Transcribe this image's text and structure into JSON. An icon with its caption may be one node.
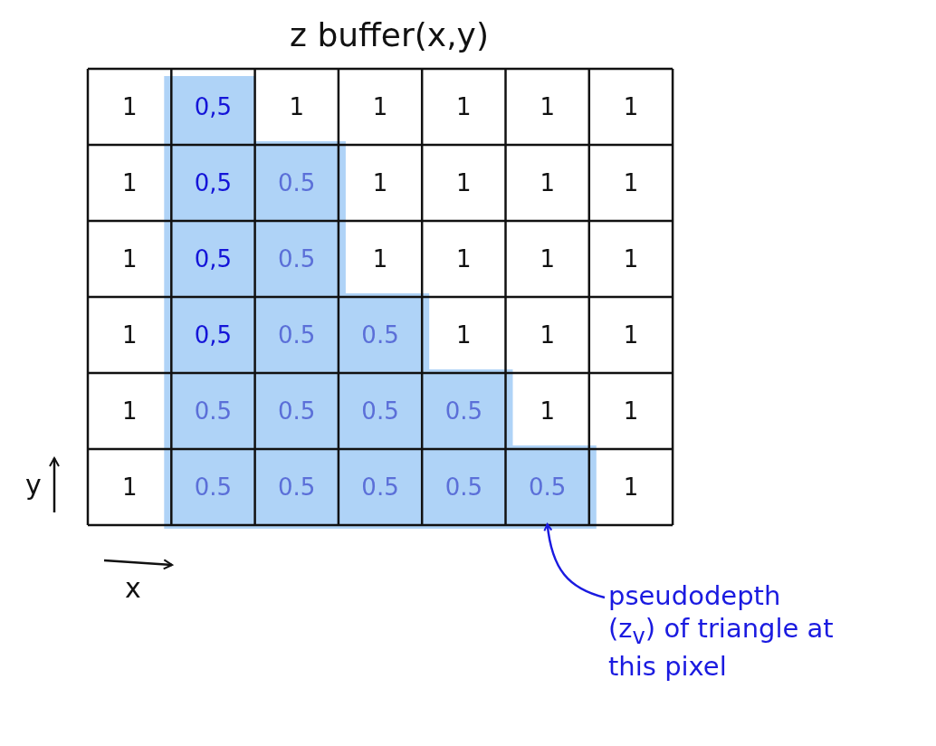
{
  "diagram": {
    "title": "z buffer(x,y)",
    "nodes": [
      {
        "text": [
          "pseudodepth (z$_{v}$) of triangle at this pixel"
        ]
      },
      {
        "text": [
          "0.5"
        ]
      }
    ],
    "edges": [
      {
        "from": 0,
        "to": 1,
        "arrow": "to"
      }
    ],
    "labels": [
      "1",
      "0,5",
      "1",
      "1",
      "1",
      "1",
      "1",
      "1",
      "0,5",
      "0.5",
      "1",
      "1",
      "1",
      "1",
      "1",
      "0,5",
      "0.5",
      "1",
      "1",
      "1",
      "1",
      "1",
      "0,5",
      "0.5",
      "0.5",
      "1",
      "1",
      "1",
      "1",
      "0.5",
      "0.5",
      "0.5",
      "0.5",
      "1",
      "1",
      "y",
      "1",
      "0.5",
      "0.5",
      "0.5",
      "0.5",
      "1",
      "x"
    ]
  }
}
